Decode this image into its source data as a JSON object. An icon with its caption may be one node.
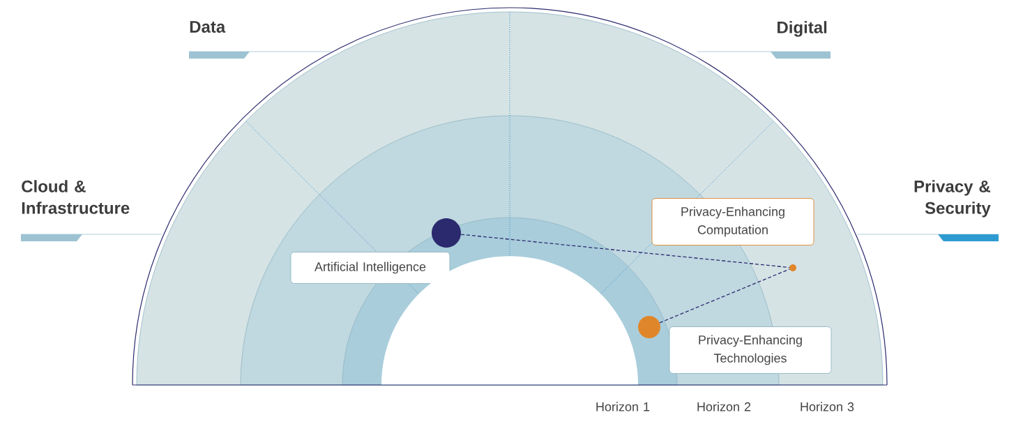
{
  "diagram": {
    "nodes": [
      {
        "text": [
          "Artificial Intelligence"
        ]
      },
      {
        "text": [
          "Privacy-Enhancing Computation"
        ]
      },
      {
        "text": [
          "Privacy-Enhancing Technologies"
        ]
      },
      {
        "text": [],
        "shape": "circle"
      },
      {
        "text": [],
        "shape": "circle"
      },
      {
        "text": [],
        "shape": "circle"
      },
      {
        "text": [],
        "shape": "semicircle"
      }
    ],
    "edges": [
      {
        "from": 3,
        "to": 5,
        "arrow": "none",
        "style": "dashed"
      },
      {
        "from": 4,
        "to": 5,
        "arrow": "none",
        "style": "dashed"
      }
    ],
    "labels": [
      "Data",
      "Digital",
      "Cloud & Infrastructure",
      "Privacy & Security",
      "Horizon 1",
      "Horizon 2",
      "Horizon 3"
    ]
  }
}
